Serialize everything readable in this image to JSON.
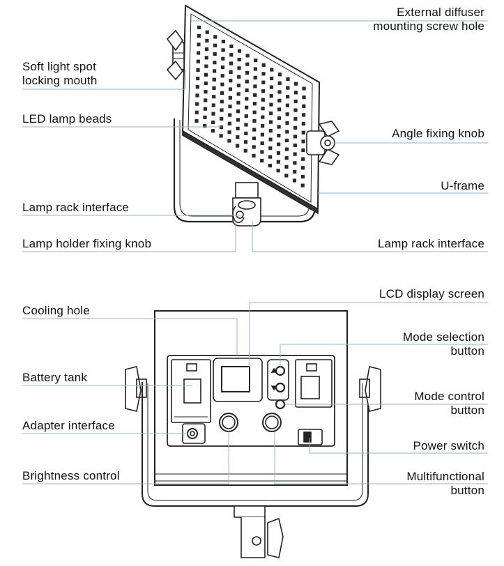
{
  "colors": {
    "leader_line": "#8fb6cc",
    "outline": "#222222",
    "background": "#ffffff"
  },
  "front_view": {
    "labels": {
      "external_diffuser_line1": "External diffuser",
      "external_diffuser_line2": "mounting screw hole",
      "soft_light_line1": "Soft light spot",
      "soft_light_line2": "locking mouth",
      "led_lamp_beads": "LED lamp beads",
      "angle_fixing_knob": "Angle fixing knob",
      "u_frame": "U-frame",
      "lamp_rack_interface_left": "Lamp rack interface",
      "lamp_holder_fixing_knob": "Lamp holder fixing knob",
      "lamp_rack_interface_right": "Lamp rack interface"
    }
  },
  "back_view": {
    "labels": {
      "lcd_display_screen": "LCD display screen",
      "cooling_hole": "Cooling hole",
      "mode_selection_line1": "Mode selection",
      "mode_selection_line2": "button",
      "battery_tank": "Battery tank",
      "mode_control_line1": "Mode control",
      "mode_control_line2": "button",
      "adapter_interface": "Adapter interface",
      "power_switch": "Power switch",
      "brightness_control": "Brightness control",
      "multifunctional_line1": "Multifunctional",
      "multifunctional_line2": "button"
    }
  }
}
